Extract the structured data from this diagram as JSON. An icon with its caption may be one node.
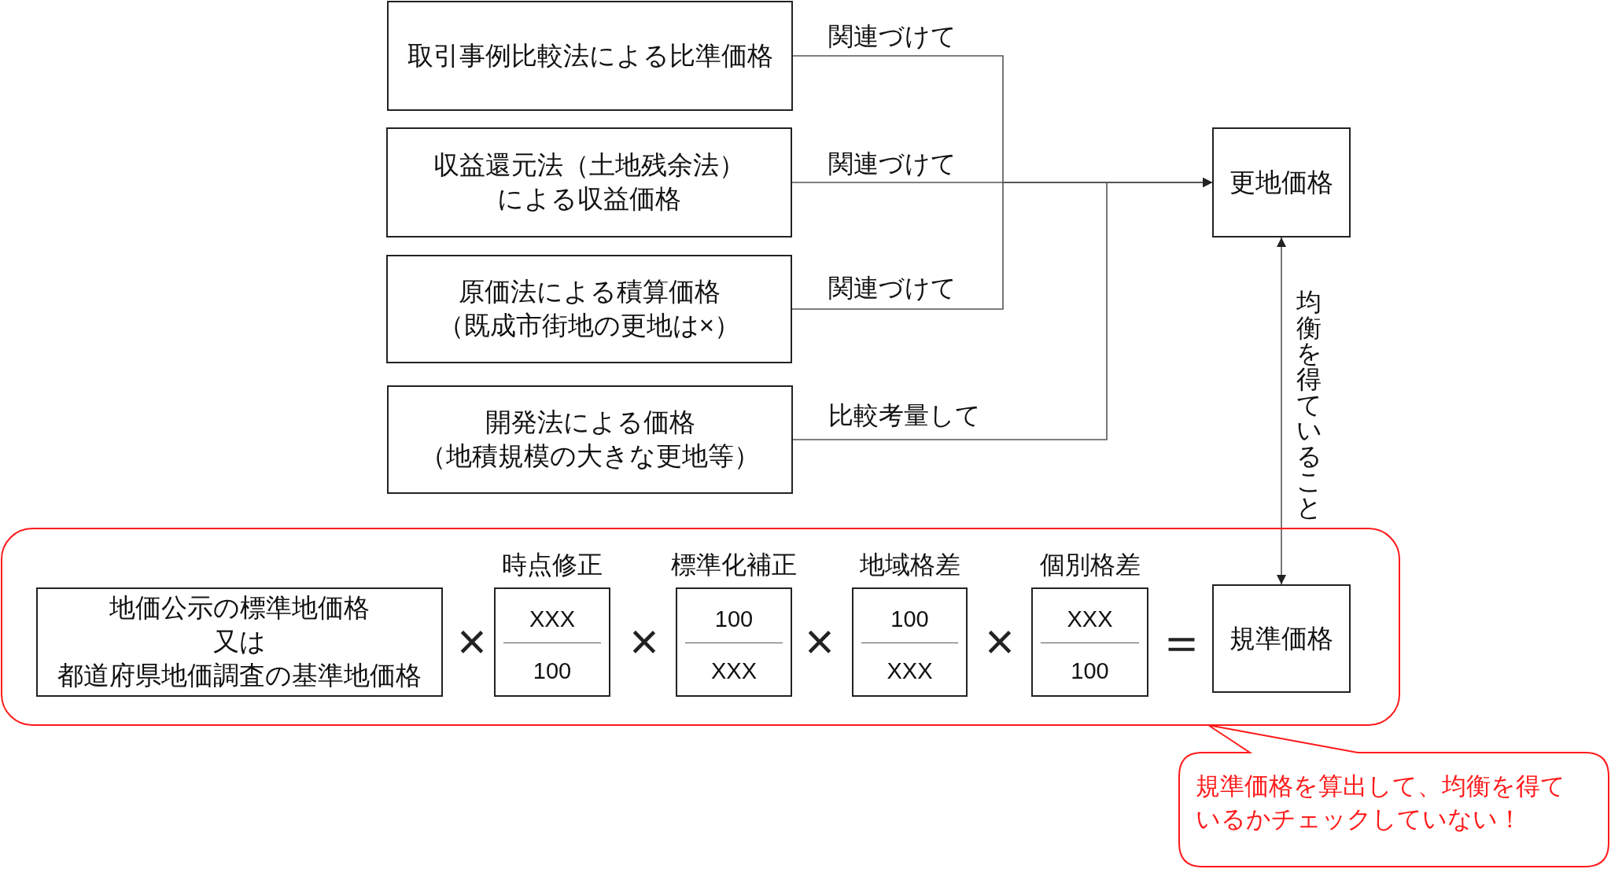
{
  "diagram": {
    "nodes": [
      {
        "text": [
          "取引事例比較法による比準価格"
        ]
      },
      {
        "text": [
          "収益還元法（土地残余法）による収益価格"
        ]
      },
      {
        "text": [
          "原価法による積算価格（既成市街地の更地は×）"
        ]
      },
      {
        "text": [
          "開発法による価格（地積規模の大きな更地等）"
        ]
      },
      {
        "text": [
          "更地価格"
        ]
      },
      {
        "text": [],
        "shape": "box"
      },
      {
        "text": [
          "地価公示の標準地価格又は都道府県地価調査の基準地価格"
        ],
        "in": 5
      },
      {
        "text": [
          "時点修正",
          "XXX",
          "100"
        ],
        "in": 5
      },
      {
        "text": [
          "標準化補正",
          "100",
          "XXX"
        ],
        "in": 5
      },
      {
        "text": [
          "地域格差",
          "100",
          "XXX"
        ],
        "in": 5
      },
      {
        "text": [
          "個別格差",
          "XXX",
          "100"
        ],
        "in": 5
      },
      {
        "text": [
          "規準価格"
        ],
        "in": 5
      },
      {
        "text": [
          "規準価格を算出して、均衡を得ているかチェックしていない！"
        ]
      }
    ],
    "edges": [
      {
        "from": 0,
        "to": 4,
        "arrow": "to",
        "label": "関連づけて"
      },
      {
        "from": 1,
        "to": 4,
        "arrow": "to",
        "label": "関連づけて"
      },
      {
        "from": 2,
        "to": 4,
        "arrow": "to",
        "label": "関連づけて"
      },
      {
        "from": 3,
        "to": 4,
        "arrow": "to",
        "label": "比較考量して"
      },
      {
        "from": 4,
        "to": 11,
        "arrow": "both",
        "label": "均衡を得ていること"
      }
    ],
    "labels": [
      "×",
      "×",
      "×",
      "×",
      "＝"
    ]
  }
}
